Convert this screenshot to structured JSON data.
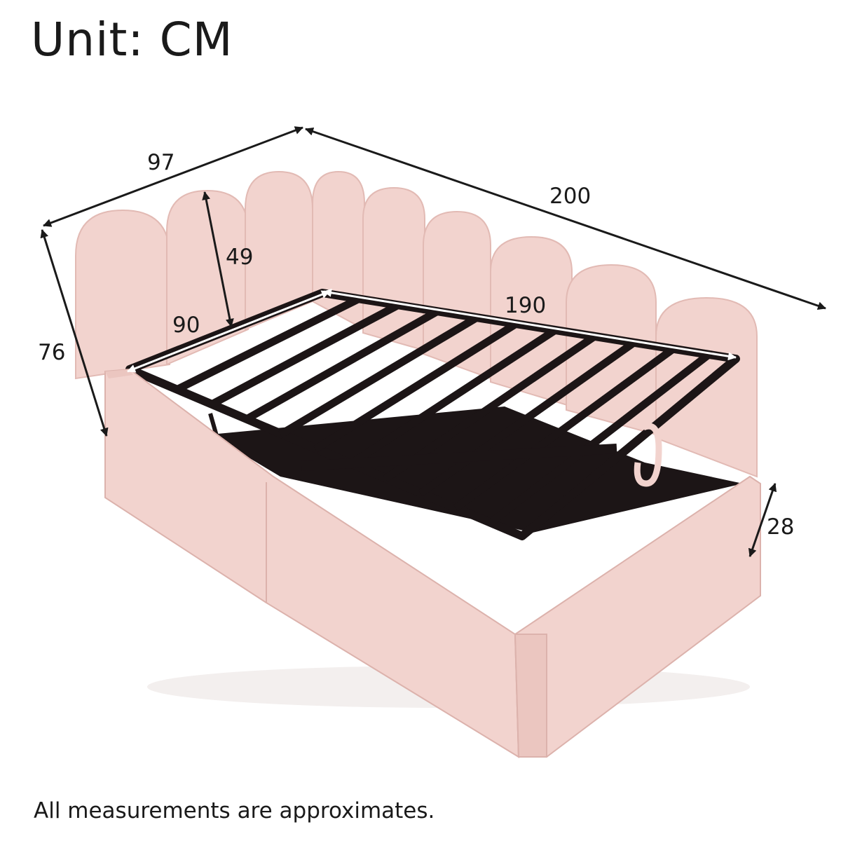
{
  "header": {
    "unit_label": "Unit: CM"
  },
  "dimensions": {
    "overall_width": "97",
    "overall_length": "200",
    "overall_height": "76",
    "headboard_height": "49",
    "slat_width": "90",
    "slat_length": "190",
    "side_rail_height": "28"
  },
  "footer": {
    "note": "All measurements are approximates."
  },
  "colors": {
    "upholstery": "#f2d3ce",
    "upholstery_shadow": "#e6bfb9",
    "frame": "#1c1516",
    "dimension_line": "#1a1a1a"
  }
}
